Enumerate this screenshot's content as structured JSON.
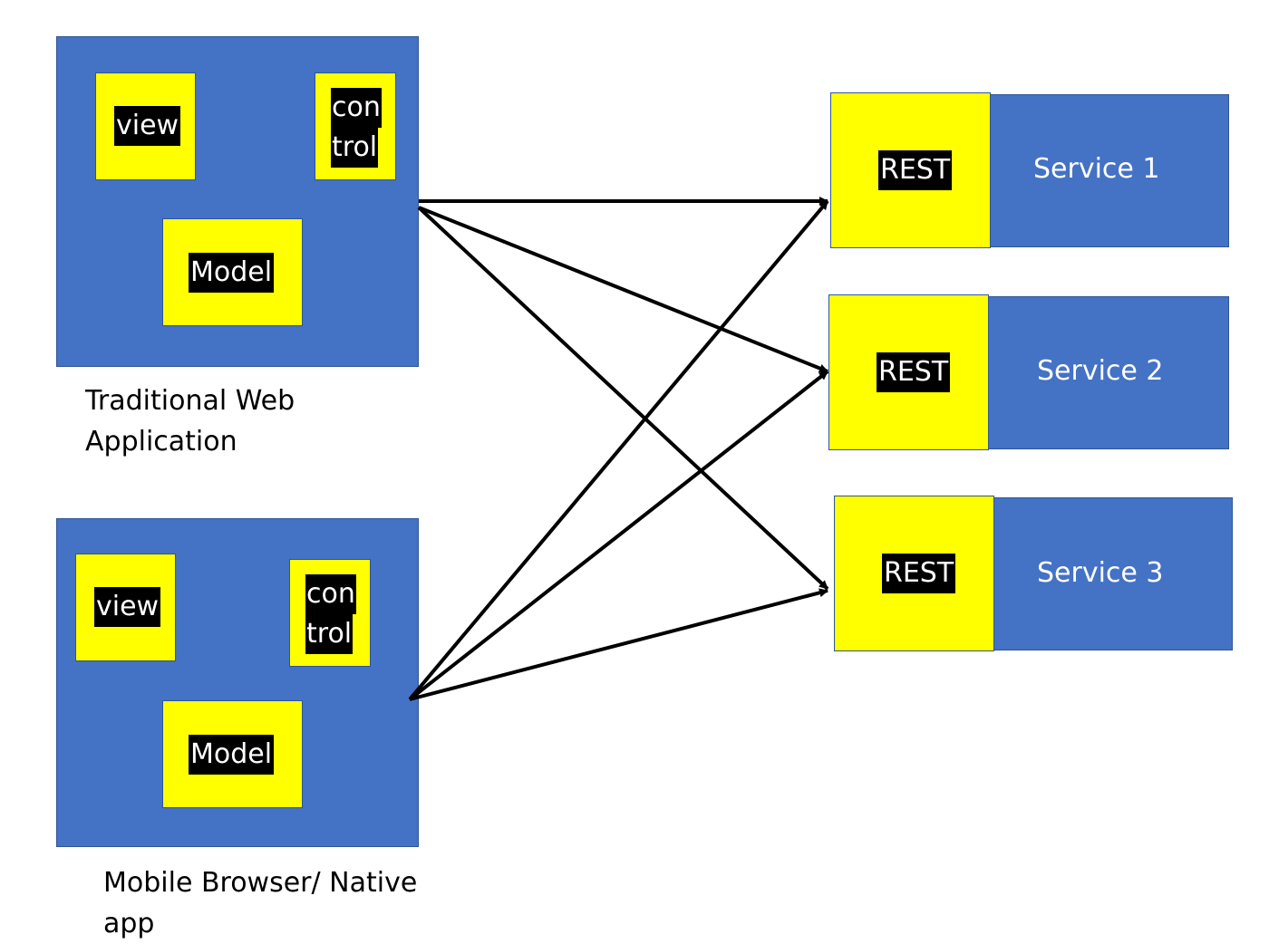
{
  "clients": [
    {
      "view_label": "view",
      "control_line1": "con",
      "control_line2": "trol",
      "model_label": "Model",
      "caption_line1": "Traditional Web",
      "caption_line2": "Application"
    },
    {
      "view_label": "view",
      "control_line1": "con",
      "control_line2": "trol",
      "model_label": "Model",
      "caption_line1": "Mobile Browser/ Native",
      "caption_line2": "app"
    }
  ],
  "services": [
    {
      "rest_label": "REST",
      "name": "Service 1"
    },
    {
      "rest_label": "REST",
      "name": "Service 2"
    },
    {
      "rest_label": "REST",
      "name": "Service 3"
    }
  ],
  "colors": {
    "container_blue": "#4472c4",
    "component_yellow": "#ffff00",
    "label_background": "#000000",
    "arrow": "#000000"
  }
}
